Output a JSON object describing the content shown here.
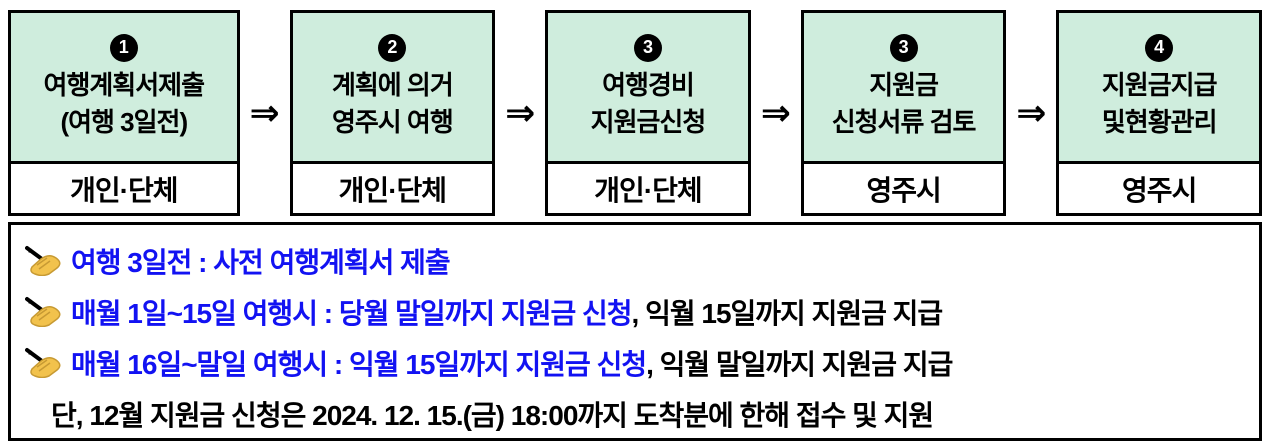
{
  "colors": {
    "header_bg": "#cfeddd",
    "accent_blue": "#1212f2",
    "border": "#000000",
    "hand_yellow": "#f2c24c"
  },
  "flow": {
    "arrow": "⇒",
    "steps": [
      {
        "number": "1",
        "title_line1": "여행계획서제출",
        "title_line2": "(여행 3일전)",
        "actor": "개인·단체"
      },
      {
        "number": "2",
        "title_line1": "계획에 의거",
        "title_line2": "영주시 여행",
        "actor": "개인·단체"
      },
      {
        "number": "3",
        "title_line1": "여행경비",
        "title_line2": "지원금신청",
        "actor": "개인·단체"
      },
      {
        "number": "3",
        "title_line1": "지원금",
        "title_line2": "신청서류 검토",
        "actor": "영주시"
      },
      {
        "number": "4",
        "title_line1": "지원금지급",
        "title_line2": "및현황관리",
        "actor": "영주시"
      }
    ]
  },
  "notes": {
    "lines": [
      {
        "blue": "여행 3일전 : 사전 여행계획서 제출",
        "black": ""
      },
      {
        "blue": "매월 1일~15일 여행시 : 당월 말일까지 지원금 신청",
        "black": ", 익월 15일까지 지원금 지급"
      },
      {
        "blue": "매월 16일~말일 여행시 : 익월 15일까지 지원금 신청",
        "black": ", 익월 말일까지 지원금 지급"
      },
      {
        "blue": "",
        "black": "단, 12월 지원금 신청은 2024. 12. 15.(금) 18:00까지 도착분에 한해 접수 및 지원"
      }
    ]
  }
}
